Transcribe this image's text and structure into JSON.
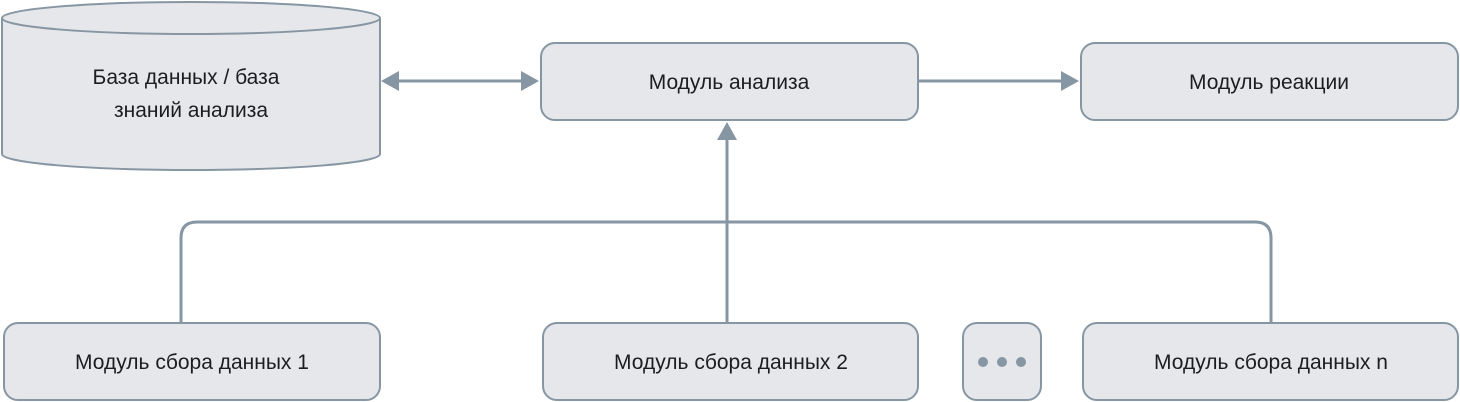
{
  "nodes": {
    "database": {
      "line1": "База данных / база",
      "line2": "знаний анализа"
    },
    "analysis_module": "Модуль анализа",
    "reaction_module": "Модуль реакции",
    "collector_1": "Модуль сбора данных 1",
    "collector_2": "Модуль сбора данных 2",
    "collector_n": "Модуль сбора данных n"
  },
  "colors": {
    "fill": "#e5e7eb",
    "stroke": "#8796a3",
    "text": "#1b1d21"
  }
}
